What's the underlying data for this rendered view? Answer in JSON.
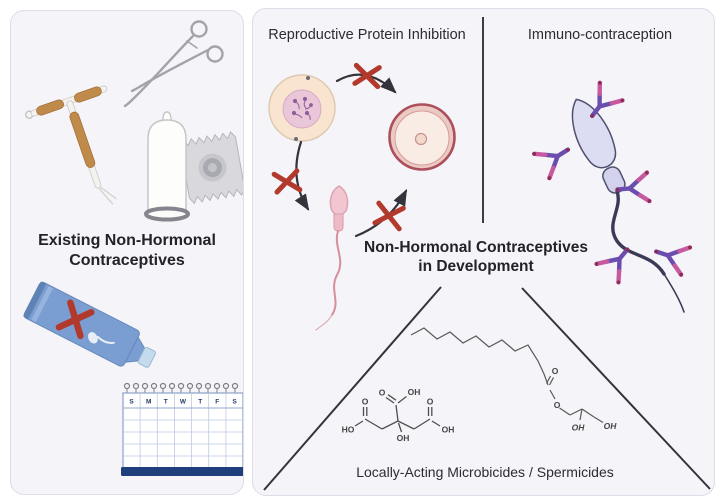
{
  "left_panel": {
    "title_line1": "Existing Non-Hormonal",
    "title_line2": "Contraceptives",
    "calendar": {
      "day_headers": [
        "S",
        "M",
        "T",
        "W",
        "T",
        "F",
        "S"
      ]
    }
  },
  "right_panel": {
    "section_reproductive": "Reproductive Protein Inhibition",
    "section_immuno": "Immuno-contraception",
    "center_title_line1": "Non-Hormonal Contraceptives",
    "center_title_line2": "in Development",
    "section_microbicides": "Locally-Acting Microbicides / Spermicides"
  },
  "chemistry": {
    "citric_acid": {
      "top_dbl_o": "O",
      "top_oh": "OH",
      "left_dbl_o": "O",
      "left_ho": "HO",
      "right_dbl_o": "O",
      "right_oh": "OH",
      "center_oh": "OH"
    },
    "glyceride": {
      "carbonyl_o": "O",
      "ester_o": "O",
      "oh_1": "OH",
      "oh_2": "OH"
    }
  },
  "colors": {
    "panel_bg": "#f5f4f9",
    "panel_border": "#dfdbe8",
    "text": "#26262e",
    "red_x": "#b23a2c",
    "iud_copper": "#c08b4a",
    "tube_blue": "#7a9ed2",
    "calendar_navy": "#1e3f7c",
    "antibody_purple": "#6b4db0",
    "antibody_pink": "#c75a9e",
    "sperm_pink": "#f2c6d0",
    "sperm_lavender": "#dcdcf2",
    "egg_rim": "#ab4f5c"
  }
}
